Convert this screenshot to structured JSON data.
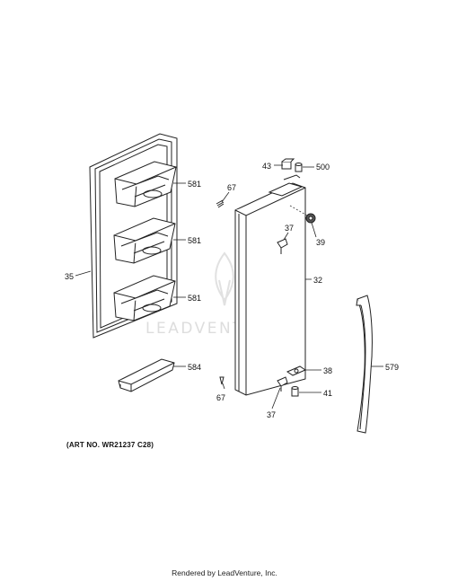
{
  "watermark": {
    "text": "LEADVENTURE"
  },
  "callouts": [
    {
      "key": "p581a",
      "label": "581"
    },
    {
      "key": "p581b",
      "label": "581"
    },
    {
      "key": "p581c",
      "label": "581"
    },
    {
      "key": "p35",
      "label": "35"
    },
    {
      "key": "p584",
      "label": "584"
    },
    {
      "key": "p67a",
      "label": "67"
    },
    {
      "key": "p67b",
      "label": "67"
    },
    {
      "key": "p43",
      "label": "43"
    },
    {
      "key": "p500",
      "label": "500"
    },
    {
      "key": "p37a",
      "label": "37"
    },
    {
      "key": "p39",
      "label": "39"
    },
    {
      "key": "p32",
      "label": "32"
    },
    {
      "key": "p38",
      "label": "38"
    },
    {
      "key": "p41",
      "label": "41"
    },
    {
      "key": "p37b",
      "label": "37"
    },
    {
      "key": "p579",
      "label": "579"
    }
  ],
  "art_number": "(ART NO. WR21237 C28)",
  "footer": "Rendered by LeadVenture, Inc."
}
